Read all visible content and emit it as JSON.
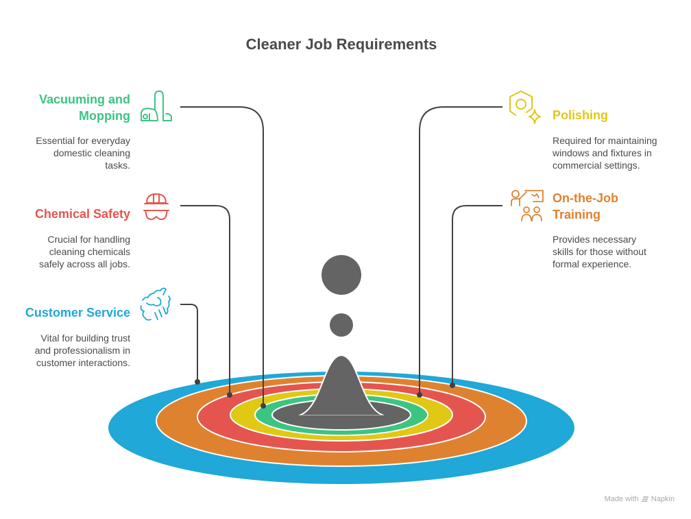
{
  "title": "Cleaner Job Requirements",
  "colors": {
    "vacuuming": "#3cc482",
    "chemical": "#e5554f",
    "customer": "#1fa8d8",
    "polishing": "#e0c814",
    "training": "#df8230",
    "core": "#646464",
    "connector": "#404040"
  },
  "items": [
    {
      "id": "vacuuming",
      "title_lines": [
        "Vacuuming and",
        "Mopping"
      ],
      "desc_lines": [
        "Essential for everyday",
        "domestic cleaning",
        "tasks."
      ],
      "icon": "vacuum-cleaner-icon",
      "side": "left"
    },
    {
      "id": "chemical",
      "title_lines": [
        "Chemical Safety"
      ],
      "desc_lines": [
        "Crucial for handling",
        "cleaning chemicals",
        "safely across all jobs."
      ],
      "icon": "safety-helmet-goggles-icon",
      "side": "left"
    },
    {
      "id": "customer",
      "title_lines": [
        "Customer Service"
      ],
      "desc_lines": [
        "Vital for building trust",
        "and professionalism in",
        "customer interactions."
      ],
      "icon": "handshake-icon",
      "side": "left"
    },
    {
      "id": "polishing",
      "title_lines": [
        "Polishing"
      ],
      "desc_lines": [
        "Required for maintaining",
        "windows and fixtures in",
        "commercial settings."
      ],
      "icon": "polish-sparkle-icon",
      "side": "right"
    },
    {
      "id": "training",
      "title_lines": [
        "On-the-Job",
        "Training"
      ],
      "desc_lines": [
        "Provides necessary",
        "skills for those without",
        "formal experience."
      ],
      "icon": "trainer-presentation-icon",
      "side": "right"
    }
  ],
  "rings_outer_to_inner": [
    "customer",
    "training",
    "chemical",
    "polishing",
    "vacuuming",
    "core"
  ],
  "footer": {
    "made_with": "Made with",
    "brand": "Napkin"
  }
}
